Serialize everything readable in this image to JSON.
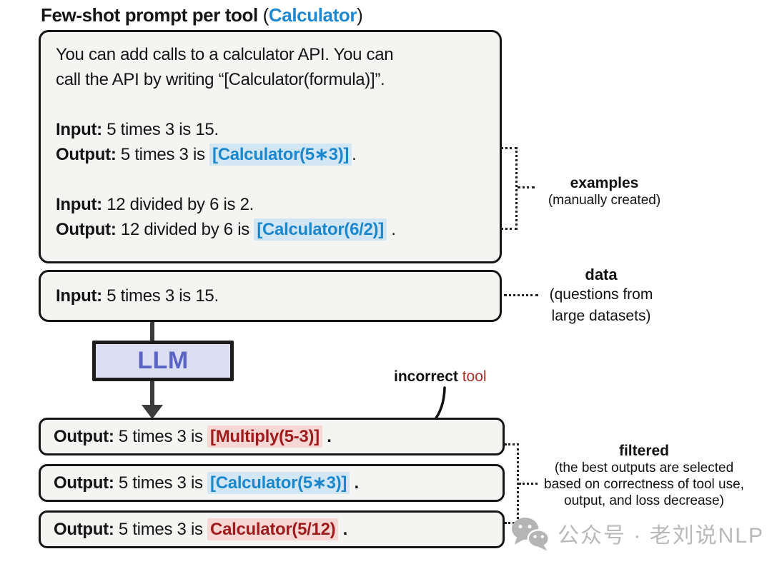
{
  "title": {
    "main": "Few-shot prompt per tool ",
    "paren_open": "(",
    "tool": "Calculator",
    "paren_close": ")"
  },
  "prompt_box": {
    "instruction_line1": "You can add calls to a calculator API. You can",
    "instruction_line2": "call the API by writing “[Calculator(formula)]”.",
    "example1": {
      "input_label": "Input:",
      "input_text": " 5 times 3 is 15.",
      "output_label": "Output:",
      "output_prefix": " 5 times 3 is ",
      "call": "[Calculator(5∗3)]",
      "suffix": "."
    },
    "example2": {
      "input_label": "Input:",
      "input_text": " 12 divided by 6 is 2.",
      "output_label": "Output:",
      "output_prefix": " 12 divided by 6 is ",
      "call": "[Calculator(6/2)]",
      "suffix": " ."
    }
  },
  "data_box": {
    "label": "Input:",
    "text": " 5 times 3 is 15."
  },
  "llm": {
    "label": "LLM"
  },
  "incorrect_annotation": {
    "bold": "incorrect",
    "rest": " tool"
  },
  "outputs": [
    {
      "label": "Output:",
      "prefix": " 5 times 3 is ",
      "call": "[Multiply(5-3)]",
      "suffix": " .",
      "status": "incorrect-tool"
    },
    {
      "label": "Output:",
      "prefix": " 5 times 3 is ",
      "call": "[Calculator(5∗3)]",
      "suffix": " .",
      "status": "correct"
    },
    {
      "label": "Output:",
      "prefix": " 5 times 3 is ",
      "call": "Calculator(5/12)",
      "suffix": " .",
      "status": "malformed"
    }
  ],
  "annotations": {
    "examples": {
      "title": "examples",
      "subtitle": "(manually created)"
    },
    "data": {
      "title": "data",
      "subtitle_line1": "(questions from",
      "subtitle_line2": "large datasets)"
    },
    "filtered": {
      "title": "filtered",
      "subtitle_line1": "(the best outputs are selected",
      "subtitle_line2": "based on correctness of tool use,",
      "subtitle_line3": "output, and loss decrease)"
    }
  },
  "watermark": {
    "icon": "wechat-icon",
    "text": "公众号 · 老刘说NLP"
  },
  "colors": {
    "title_blue": "#1e88d0",
    "tool_blue": "#1b87cc",
    "tool_blue_bg": "#d3e6f4",
    "tool_red": "#9e1b1e",
    "tool_red_bg": "#f7d7d4",
    "incorrect_red": "#a93128",
    "llm_text": "#5a64c4",
    "llm_bg": "#dcdef2"
  }
}
